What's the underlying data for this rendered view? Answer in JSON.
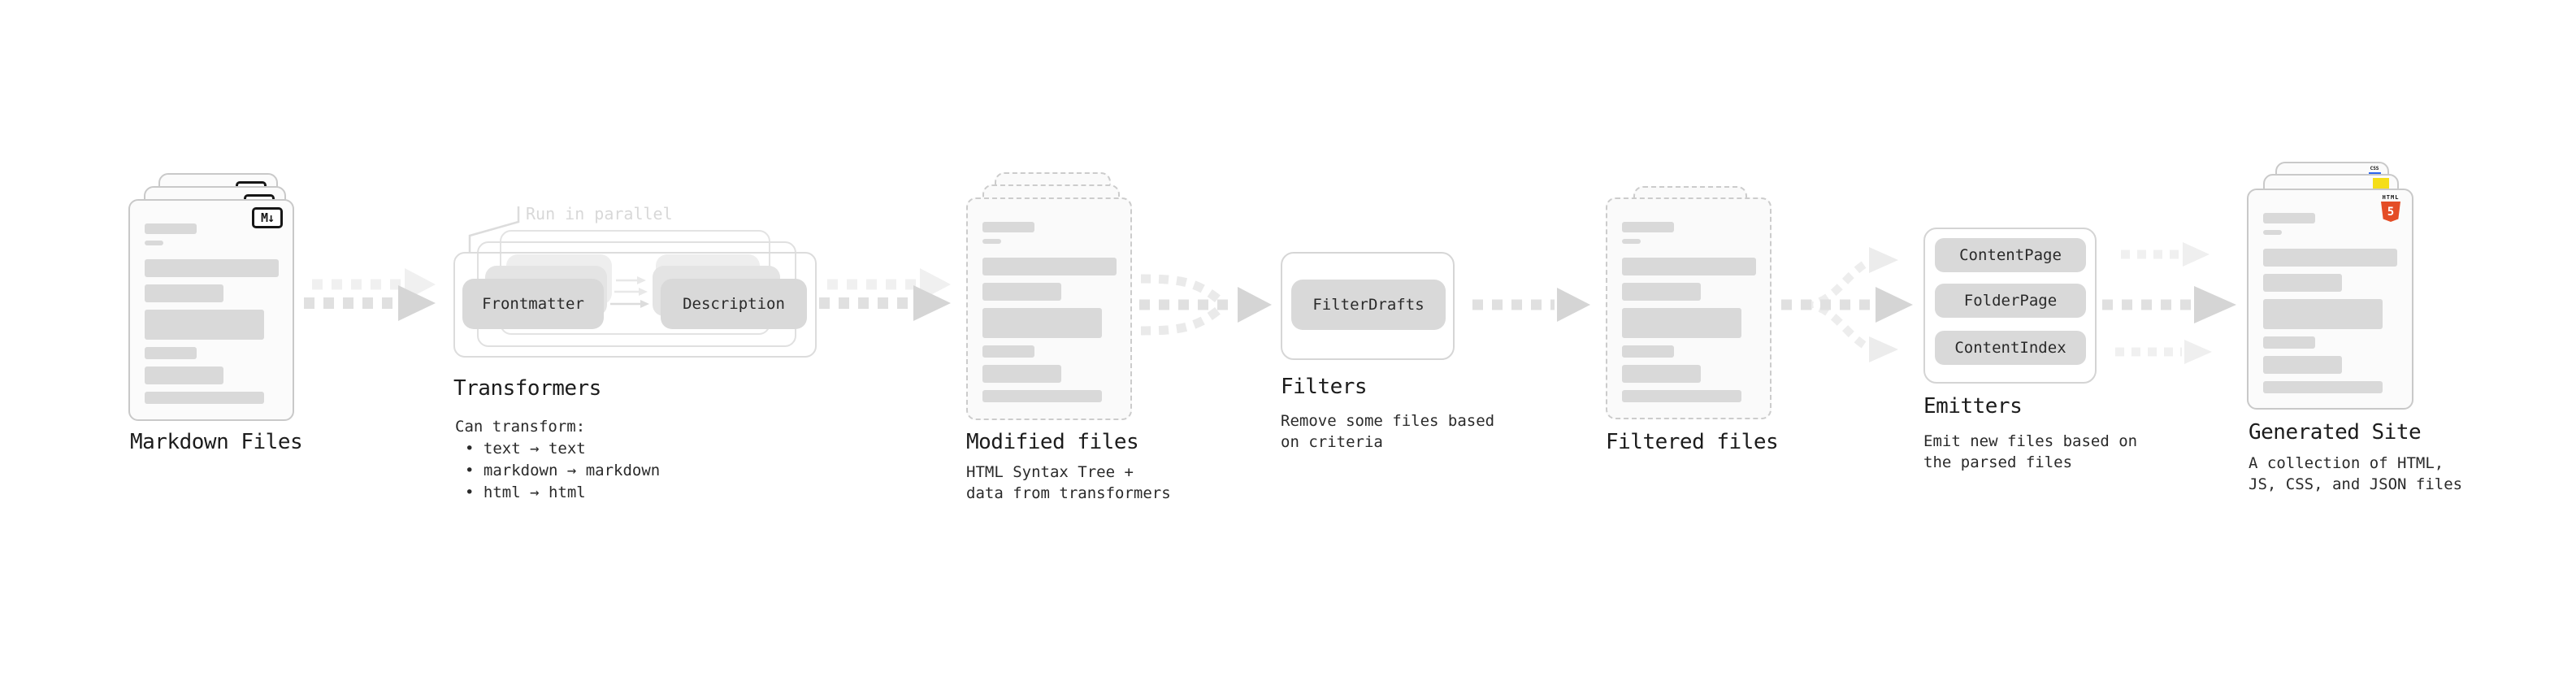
{
  "diagram": {
    "stages": [
      {
        "id": "markdown-files",
        "label": "Markdown Files",
        "file_badge": "M↓"
      },
      {
        "id": "transformers",
        "label": "Transformers",
        "annotation": "Run in parallel",
        "pill_left": "Frontmatter",
        "pill_right": "Description",
        "desc_heading": "Can transform:",
        "bullets": [
          "• text → text",
          "• markdown → markdown",
          "• html → html"
        ]
      },
      {
        "id": "modified-files",
        "label": "Modified files",
        "desc": "HTML Syntax Tree +\ndata from transformers"
      },
      {
        "id": "filters",
        "label": "Filters",
        "pill": "FilterDrafts",
        "desc": "Remove some files based\non criteria"
      },
      {
        "id": "filtered-files",
        "label": "Filtered files"
      },
      {
        "id": "emitters",
        "label": "Emitters",
        "pills": [
          "ContentPage",
          "FolderPage",
          "ContentIndex"
        ],
        "desc": "Emit new files based on\nthe parsed files"
      },
      {
        "id": "generated-site",
        "label": "Generated Site",
        "desc": "A collection of HTML,\nJS, CSS, and JSON files",
        "badges": {
          "html_label": "HTML",
          "html_number": "5",
          "css_label": "CSS"
        }
      }
    ],
    "colors": {
      "html5_orange": "#e44d26",
      "js_yellow": "#f5de19",
      "css_blue": "#2c65f0",
      "placeholder_bar_gray": "#d9d9d9",
      "pill_gray": "#d9d9d9",
      "arrow_gray": "#e0e0e0",
      "annotation_gray": "#d8d8d8",
      "text_dark": "#1c1c1c"
    }
  }
}
